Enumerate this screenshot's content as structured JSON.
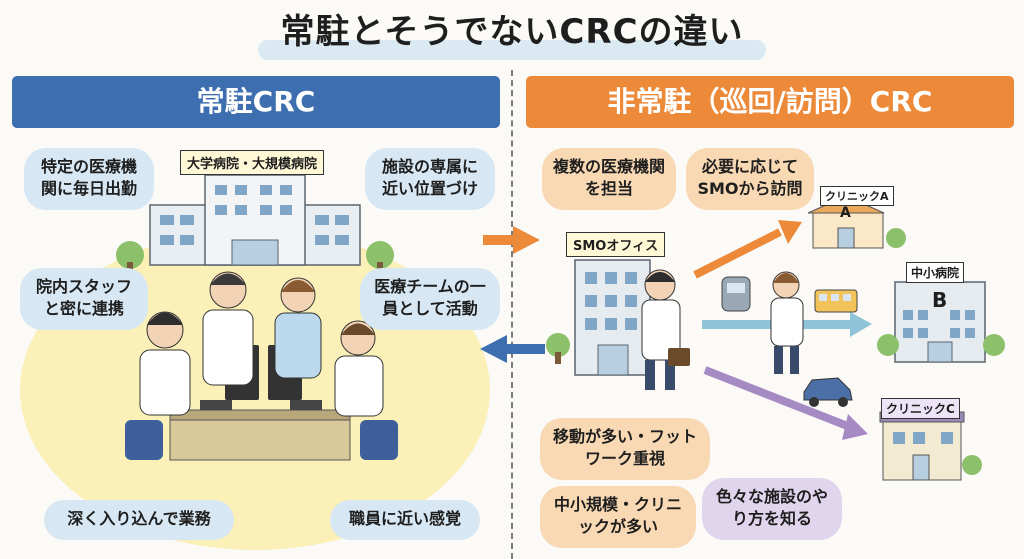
{
  "title": "常駐とそうでないCRCの違い",
  "left": {
    "header": "常駐CRC",
    "hospital_label": "大学病院・大規模病院",
    "bubbles": {
      "daily": "特定の医療機関に毎日出勤",
      "dedicated": "施設の専属に近い位置づけ",
      "staff": "院内スタッフと密に連携",
      "team": "医療チームの一員として活動",
      "deep": "深く入り込んで業務",
      "close": "職員に近い感覚"
    }
  },
  "right": {
    "header": "非常駐（巡回/訪問）CRC",
    "office_label": "SMOオフィス",
    "clinic_a_label": "クリニックA",
    "clinic_a_letter": "A",
    "hospital_small_label": "中小病院",
    "hospital_small_letter": "B",
    "clinic_c_label": "クリニックC",
    "bubbles": {
      "multi": "複数の医療機関を担当",
      "visit": "必要に応じてSMOから訪問",
      "move": "移動が多い・フットワーク重視",
      "small": "中小規模・クリニックが多い",
      "various": "色々な施設のやり方を知る"
    }
  },
  "colors": {
    "left_header": "#3d6fb0",
    "right_header": "#ec8a3a",
    "blue_bubble": "#d7e7f3",
    "orange_bubble": "#f9d9b4",
    "purple_bubble": "#e0d5ed"
  }
}
